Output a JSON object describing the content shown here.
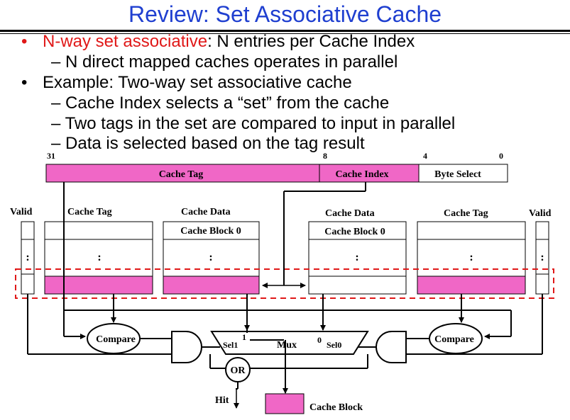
{
  "title": "Review: Set Associative Cache",
  "bullets": {
    "b1_highlight": "N-way set associative",
    "b1_rest": ": N entries per Cache Index",
    "b1_sub1": "N direct mapped caches operates in parallel",
    "b2": "Example: Two-way set associative cache",
    "b2_sub1": "Cache Index selects a “set” from the cache",
    "b2_sub2": "Two tags in the set are compared to input in parallel",
    "b2_sub3": "Data is selected based on the tag result"
  },
  "address": {
    "bit31": "31",
    "bit8": "8",
    "bit4": "4",
    "bit0": "0",
    "tag": "Cache Tag",
    "index": "Cache Index",
    "byte_select": "Byte Select"
  },
  "diagram": {
    "valid": "Valid",
    "cache_tag": "Cache Tag",
    "cache_data": "Cache Data",
    "cache_block_0": "Cache Block 0",
    "dots": ":",
    "compare": "Compare",
    "sel1": "Sel1",
    "sel0": "Sel0",
    "mux": "Mux",
    "one": "1",
    "zero": "0",
    "or": "OR",
    "hit": "Hit",
    "cache_block": "Cache Block"
  },
  "colors": {
    "title": "#1f3fd0",
    "highlight_text": "#e01818",
    "fill": "#f067c6",
    "dashed_box": "#e01818"
  }
}
